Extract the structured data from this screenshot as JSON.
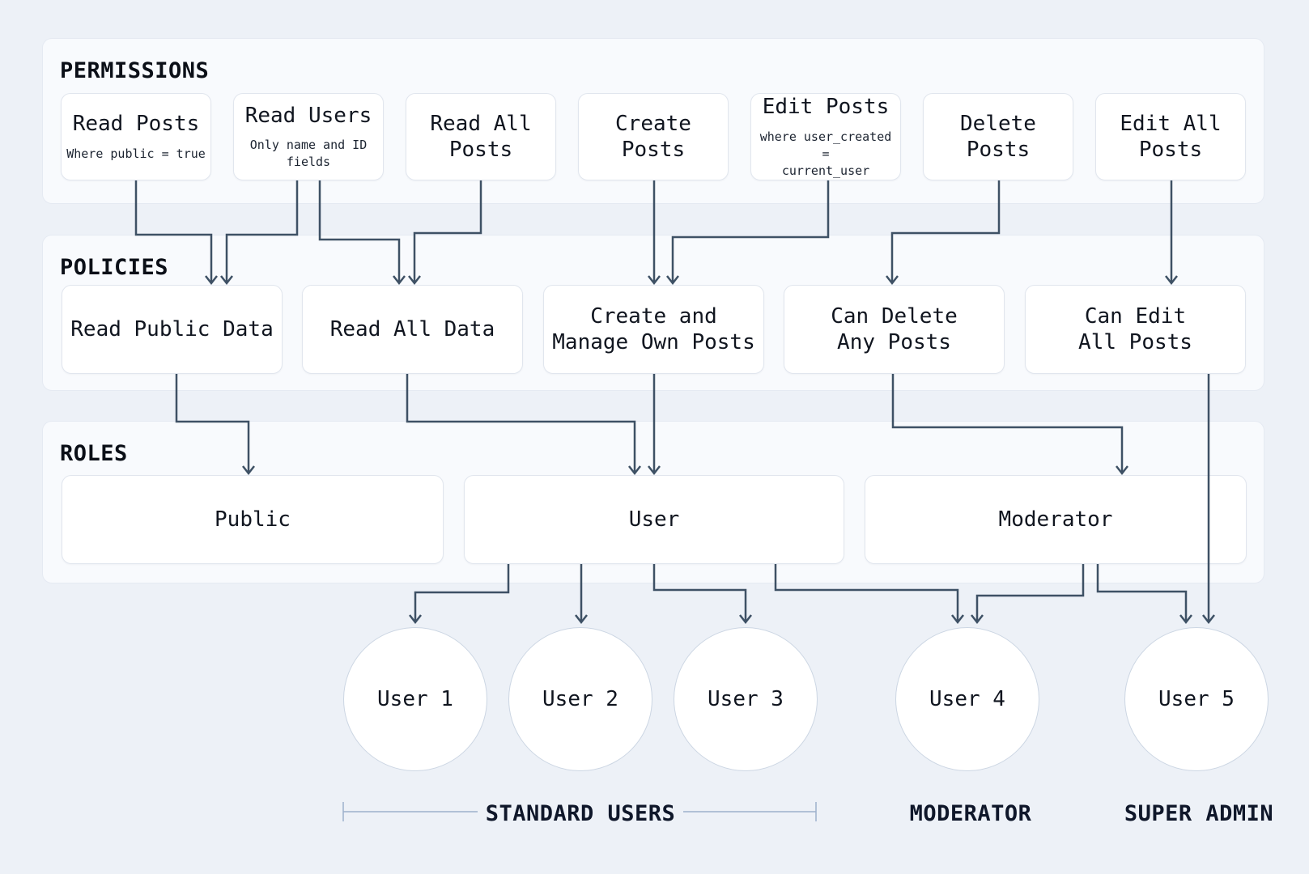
{
  "page": {
    "background": "#edf1f7",
    "connector_color": "#3e5165",
    "panel_color": "#f8fafd",
    "node_color": "#ffffff"
  },
  "sections": {
    "permissions": {
      "title": "PERMISSIONS"
    },
    "policies": {
      "title": "POLICIES"
    },
    "roles": {
      "title": "ROLES"
    }
  },
  "permissions": {
    "items": [
      {
        "label": "Read Posts",
        "sublabel": "Where public = true"
      },
      {
        "label": "Read Users",
        "sublabel": "Only name and ID fields"
      },
      {
        "label": "Read All Posts",
        "sublabel": ""
      },
      {
        "label": "Create Posts",
        "sublabel": ""
      },
      {
        "label": "Edit Posts",
        "sublabel": "where user_created =\ncurrent_user"
      },
      {
        "label": "Delete Posts",
        "sublabel": ""
      },
      {
        "label": "Edit All Posts",
        "sublabel": ""
      }
    ]
  },
  "policies": {
    "items": [
      {
        "label": "Read Public Data"
      },
      {
        "label": "Read All Data"
      },
      {
        "label": "Create and\nManage Own Posts"
      },
      {
        "label": "Can Delete\nAny Posts"
      },
      {
        "label": "Can Edit\nAll Posts"
      }
    ]
  },
  "roles": {
    "items": [
      {
        "label": "Public"
      },
      {
        "label": "User"
      },
      {
        "label": "Moderator"
      }
    ]
  },
  "users": {
    "items": [
      {
        "label": "User 1"
      },
      {
        "label": "User 2"
      },
      {
        "label": "User 3"
      },
      {
        "label": "User 4"
      },
      {
        "label": "User 5"
      }
    ]
  },
  "footer": {
    "groups": [
      {
        "label": "STANDARD USERS"
      },
      {
        "label": "MODERATOR"
      },
      {
        "label": "SUPER ADMIN"
      }
    ]
  },
  "edges": [
    {
      "from": "Read Posts",
      "to": "Read Public Data"
    },
    {
      "from": "Read Users",
      "to": "Read Public Data"
    },
    {
      "from": "Read Users",
      "to": "Read All Data"
    },
    {
      "from": "Read All Posts",
      "to": "Read All Data"
    },
    {
      "from": "Create Posts",
      "to": "Create and Manage Own Posts"
    },
    {
      "from": "Edit Posts",
      "to": "Create and Manage Own Posts"
    },
    {
      "from": "Delete Posts",
      "to": "Can Delete Any Posts"
    },
    {
      "from": "Edit All Posts",
      "to": "Can Edit All Posts"
    },
    {
      "from": "Read Public Data",
      "to": "Public"
    },
    {
      "from": "Read All Data",
      "to": "User"
    },
    {
      "from": "Create and Manage Own Posts",
      "to": "User"
    },
    {
      "from": "Can Delete Any Posts",
      "to": "Moderator"
    },
    {
      "from": "Can Edit All Posts",
      "to": "User 5"
    },
    {
      "from": "User",
      "to": "User 1"
    },
    {
      "from": "User",
      "to": "User 2"
    },
    {
      "from": "User",
      "to": "User 3"
    },
    {
      "from": "User",
      "to": "User 4"
    },
    {
      "from": "Moderator",
      "to": "User 4"
    },
    {
      "from": "Moderator",
      "to": "User 5"
    }
  ]
}
